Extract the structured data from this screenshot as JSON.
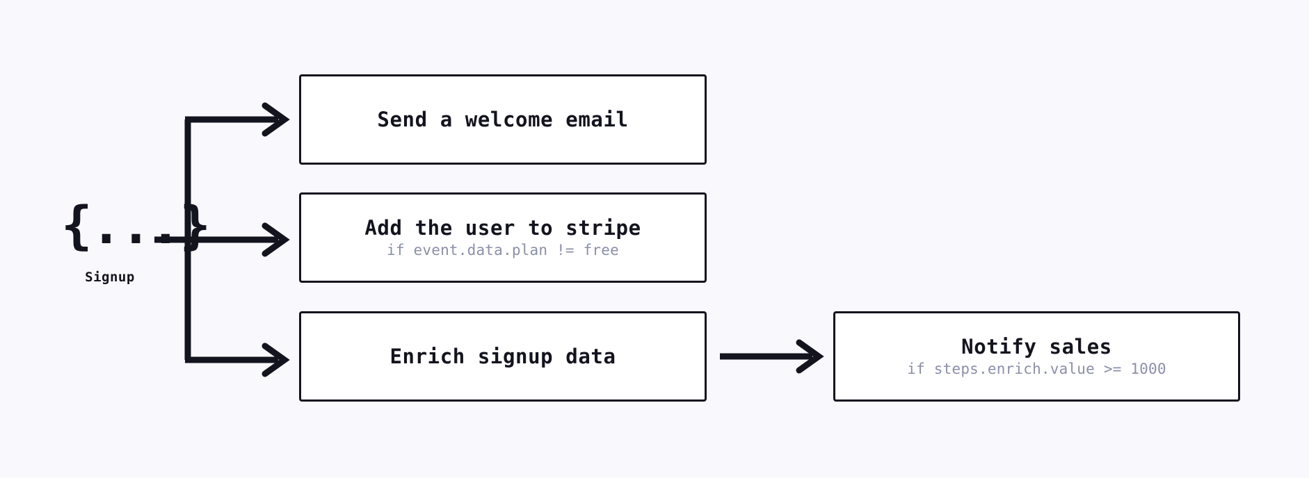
{
  "canvas": {
    "background_color": "#f9f8fd",
    "stroke_color": "#14141f",
    "box_fill_color": "#ffffff",
    "subtitle_color": "#8b8fa8"
  },
  "trigger": {
    "glyph": "{...}",
    "glyph_icon_name": "json-braces-icon",
    "label": "Signup"
  },
  "steps": [
    {
      "id": "welcome",
      "title": "Send a welcome email",
      "subtitle": ""
    },
    {
      "id": "stripe",
      "title": "Add the user to stripe",
      "subtitle": "if event.data.plan != free"
    },
    {
      "id": "enrich",
      "title": "Enrich signup data",
      "subtitle": ""
    },
    {
      "id": "notify",
      "title": "Notify sales",
      "subtitle": "if steps.enrich.value >= 1000"
    }
  ],
  "connectors": [
    {
      "id": "trigger-to-welcome",
      "from": "trigger",
      "to": "welcome"
    },
    {
      "id": "trigger-to-stripe",
      "from": "trigger",
      "to": "stripe"
    },
    {
      "id": "trigger-to-enrich",
      "from": "trigger",
      "to": "enrich"
    },
    {
      "id": "enrich-to-notify",
      "from": "enrich",
      "to": "notify"
    }
  ]
}
